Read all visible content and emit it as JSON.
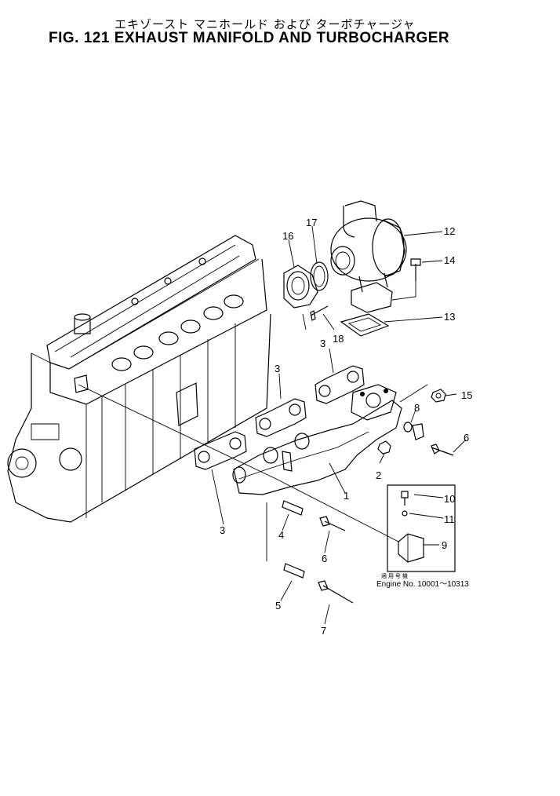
{
  "title_jp": "エキゾースト マニホールド および ターボチャージャ",
  "title_en": "FIG. 121   EXHAUST  MANIFOLD  AND  TURBOCHARGER",
  "callouts": [
    "1",
    "2",
    "3",
    "3",
    "3",
    "4",
    "5",
    "6",
    "6",
    "7",
    "8",
    "9",
    "10",
    "11",
    "12",
    "13",
    "14",
    "15",
    "16",
    "17",
    "18"
  ],
  "inset_note_jp": "適 用 号 機",
  "inset_note_en": "Engine No. 10001～10313"
}
